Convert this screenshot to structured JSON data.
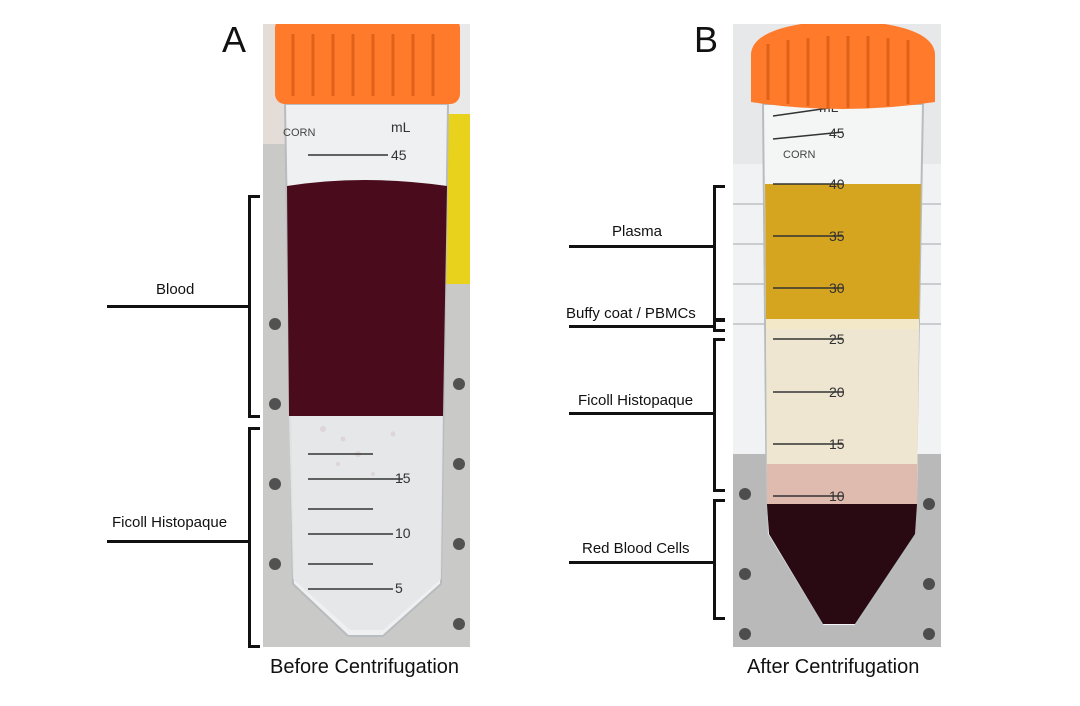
{
  "panel_a": {
    "letter": "A",
    "caption": "Before Centrifugation",
    "labels": {
      "blood": "Blood",
      "ficoll": "Ficoll Histopaque"
    },
    "tube_marks": {
      "mL": "mL",
      "m45": "45",
      "m15": "15",
      "m10": "10",
      "m5": "5",
      "brand": "CORN"
    }
  },
  "panel_b": {
    "letter": "B",
    "caption": "After Centrifugation",
    "labels": {
      "plasma": "Plasma",
      "buffy": "Buffy coat / PBMCs",
      "ficoll": "Ficoll Histopaque",
      "rbc": "Red Blood Cells"
    },
    "tube_marks": {
      "mL": "mL",
      "m45": "45",
      "m40": "40",
      "m35": "35",
      "m30": "30",
      "m25": "25",
      "m20": "20",
      "m15": "15",
      "m10": "10",
      "brand": "CORN"
    }
  },
  "colors": {
    "cap": "#ff7a2a",
    "blood": "#4a0c1c",
    "plasma": "#d6a520",
    "ficoll": "#efe6d2",
    "rbc": "#2a0a12"
  }
}
